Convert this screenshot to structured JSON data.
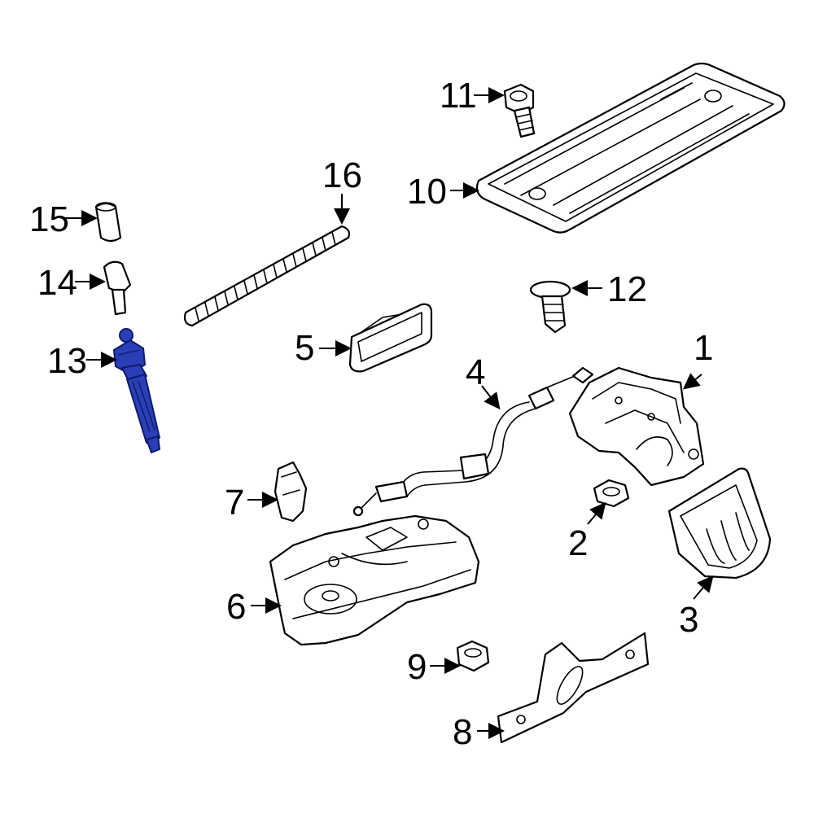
{
  "diagram": {
    "highlight_color": "#2a3fb5",
    "highlighted_part": "13",
    "callouts": [
      {
        "id": "c1",
        "text": "1"
      },
      {
        "id": "c2",
        "text": "2"
      },
      {
        "id": "c3",
        "text": "3"
      },
      {
        "id": "c4",
        "text": "4"
      },
      {
        "id": "c5",
        "text": "5"
      },
      {
        "id": "c6",
        "text": "6"
      },
      {
        "id": "c7",
        "text": "7"
      },
      {
        "id": "c8",
        "text": "8"
      },
      {
        "id": "c9",
        "text": "9"
      },
      {
        "id": "c10",
        "text": "10"
      },
      {
        "id": "c11",
        "text": "11"
      },
      {
        "id": "c12",
        "text": "12"
      },
      {
        "id": "c13",
        "text": "13"
      },
      {
        "id": "c14",
        "text": "14"
      },
      {
        "id": "c15",
        "text": "15"
      },
      {
        "id": "c16",
        "text": "16"
      }
    ]
  }
}
